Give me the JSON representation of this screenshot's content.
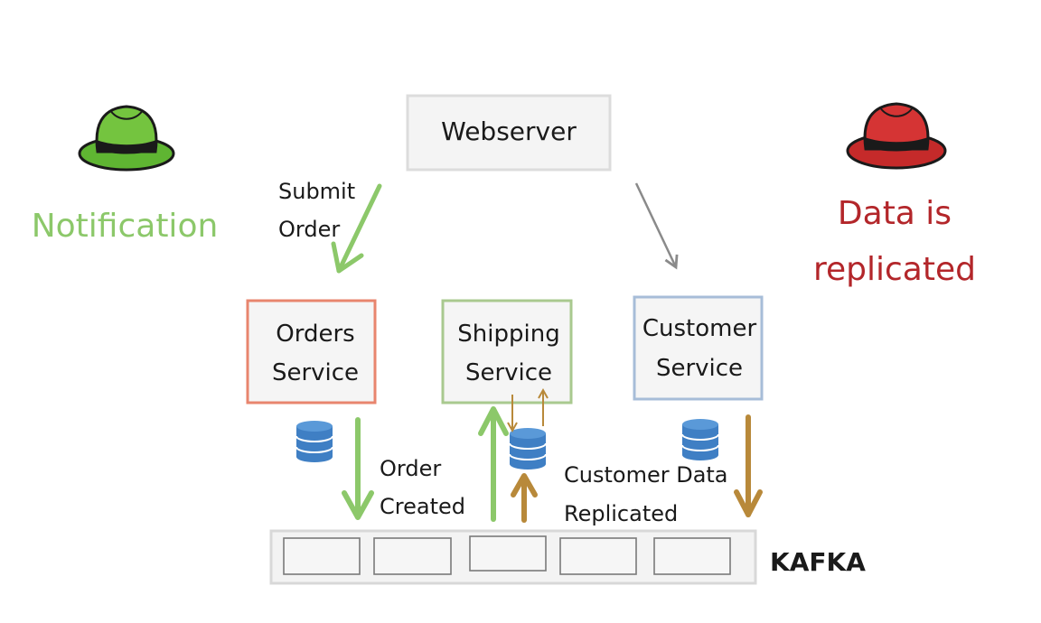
{
  "diagram": {
    "webserver": "Webserver",
    "submit_order": [
      "Submit",
      "Order"
    ],
    "notification": "Notification",
    "data_is_replicated": [
      "Data is",
      "replicated"
    ],
    "orders_service": [
      "Orders",
      "Service"
    ],
    "shipping_service": [
      "Shipping",
      "Service"
    ],
    "customer_service": [
      "Customer",
      "Service"
    ],
    "order_created": [
      "Order",
      "Created"
    ],
    "customer_data_replicated": [
      "Customer Data",
      "Replicated"
    ],
    "kafka": "KAFKA"
  },
  "colors": {
    "green": "#8cc86a",
    "red": "#b3262a",
    "orders_border": "#e8856e",
    "shipping_border": "#a9c98f",
    "customer_border": "#a7bdd8",
    "gold": "#b8893a",
    "gray": "#8a8a8a",
    "db_blue": "#3f7fc4"
  },
  "icons": [
    "green-hat-icon",
    "red-hat-icon",
    "database-icon"
  ]
}
